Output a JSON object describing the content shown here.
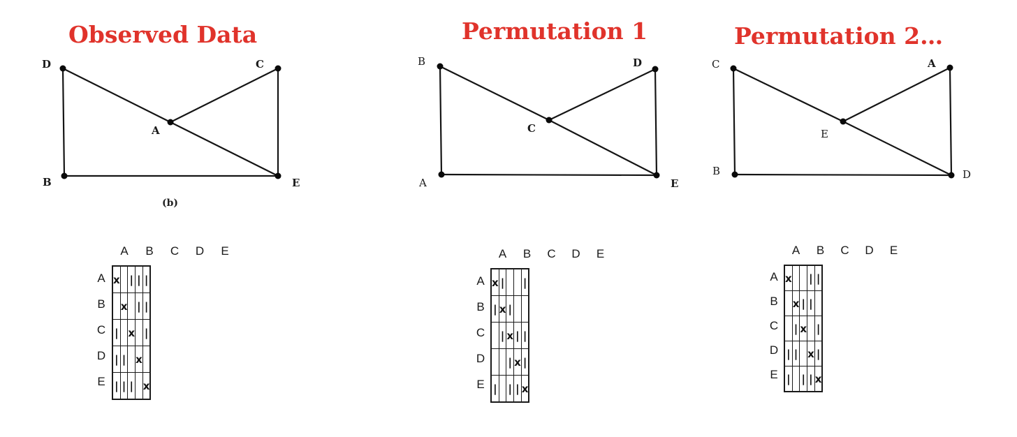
{
  "panels": [
    {
      "title": "Observed Data",
      "caption": "(b)",
      "nodes": [
        {
          "label": "D"
        },
        {
          "label": "C"
        },
        {
          "label": "A"
        },
        {
          "label": "B"
        },
        {
          "label": "E"
        }
      ],
      "edges": [
        [
          "D",
          "A"
        ],
        [
          "A",
          "E"
        ],
        [
          "A",
          "C"
        ],
        [
          "D",
          "B"
        ],
        [
          "B",
          "E"
        ],
        [
          "C",
          "E"
        ]
      ],
      "matrix": {
        "columns": [
          "A",
          "B",
          "C",
          "D",
          "E"
        ],
        "rows": [
          "A",
          "B",
          "C",
          "D",
          "E"
        ],
        "cells": [
          [
            "x",
            "",
            "|",
            "|",
            "|"
          ],
          [
            "",
            "x",
            "",
            "|",
            "|"
          ],
          [
            "|",
            "",
            "x",
            "",
            "|"
          ],
          [
            "|",
            "|",
            "",
            "x",
            ""
          ],
          [
            "|",
            "|",
            "|",
            "",
            "x"
          ]
        ]
      }
    },
    {
      "title": "Permutation 1",
      "nodes": [
        {
          "label": "B"
        },
        {
          "label": "D"
        },
        {
          "label": "C"
        },
        {
          "label": "A"
        },
        {
          "label": "E"
        }
      ],
      "edges": [
        [
          "B",
          "C"
        ],
        [
          "C",
          "E"
        ],
        [
          "C",
          "D"
        ],
        [
          "B",
          "A"
        ],
        [
          "A",
          "E"
        ],
        [
          "D",
          "E"
        ]
      ],
      "matrix": {
        "columns": [
          "A",
          "B",
          "C",
          "D",
          "E"
        ],
        "rows": [
          "A",
          "B",
          "C",
          "D",
          "E"
        ],
        "cells": [
          [
            "x",
            "|",
            "",
            "",
            "|"
          ],
          [
            "|",
            "x",
            "|",
            "",
            ""
          ],
          [
            "",
            "|",
            "x",
            "|",
            "|"
          ],
          [
            "",
            "",
            "|",
            "x",
            "|"
          ],
          [
            "|",
            "",
            "|",
            "|",
            "x"
          ]
        ]
      }
    },
    {
      "title": "Permutation 2…",
      "nodes": [
        {
          "label": "C"
        },
        {
          "label": "A"
        },
        {
          "label": "E"
        },
        {
          "label": "B"
        },
        {
          "label": "D"
        }
      ],
      "edges": [
        [
          "C",
          "E"
        ],
        [
          "E",
          "D"
        ],
        [
          "E",
          "A"
        ],
        [
          "C",
          "B"
        ],
        [
          "B",
          "D"
        ],
        [
          "A",
          "D"
        ]
      ],
      "matrix": {
        "columns": [
          "A",
          "B",
          "C",
          "D",
          "E"
        ],
        "rows": [
          "A",
          "B",
          "C",
          "D",
          "E"
        ],
        "cells": [
          [
            "x",
            "",
            "",
            "|",
            "|"
          ],
          [
            "",
            "x",
            "|",
            "|",
            ""
          ],
          [
            "",
            "|",
            "x",
            "",
            "|"
          ],
          [
            "|",
            "|",
            "",
            "x",
            "|"
          ],
          [
            "|",
            "",
            "|",
            "|",
            "x"
          ]
        ]
      }
    }
  ]
}
